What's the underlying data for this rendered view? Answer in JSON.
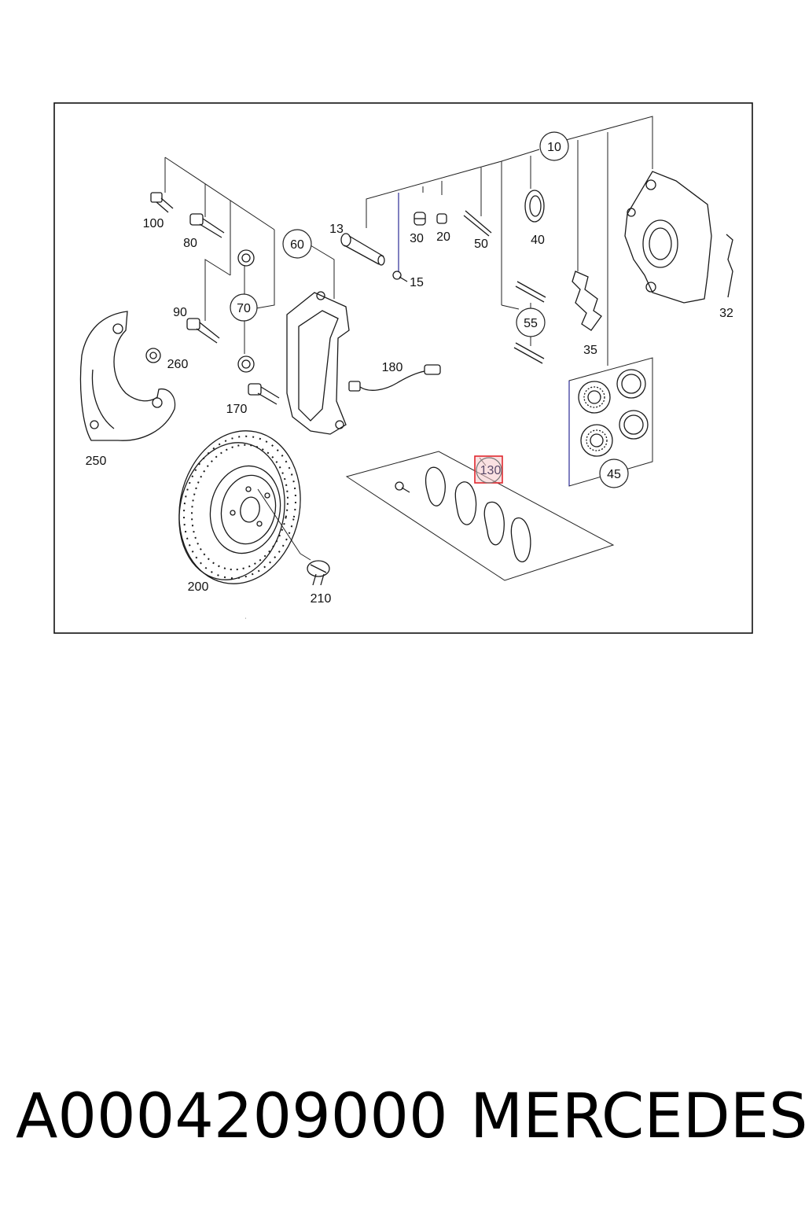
{
  "diagram": {
    "callouts": {
      "c10": "10",
      "c13": "13",
      "c15": "15",
      "c20": "20",
      "c30": "30",
      "c32": "32",
      "c35": "35",
      "c40": "40",
      "c45": "45",
      "c50": "50",
      "c55": "55",
      "c60": "60",
      "c70": "70",
      "c80": "80",
      "c90": "90",
      "c100": "100",
      "c130": "130",
      "c170": "170",
      "c180": "180",
      "c200": "200",
      "c210": "210",
      "c250": "250",
      "c260": "260"
    },
    "highlighted_callout": "130",
    "colors": {
      "line": "#1a1a1a",
      "leader": "#000080",
      "highlight": "#e0282e",
      "highlight_fill": "#f6c9cb"
    }
  },
  "caption": {
    "part_number": "A0004209000",
    "brand": "MERCEDES"
  }
}
